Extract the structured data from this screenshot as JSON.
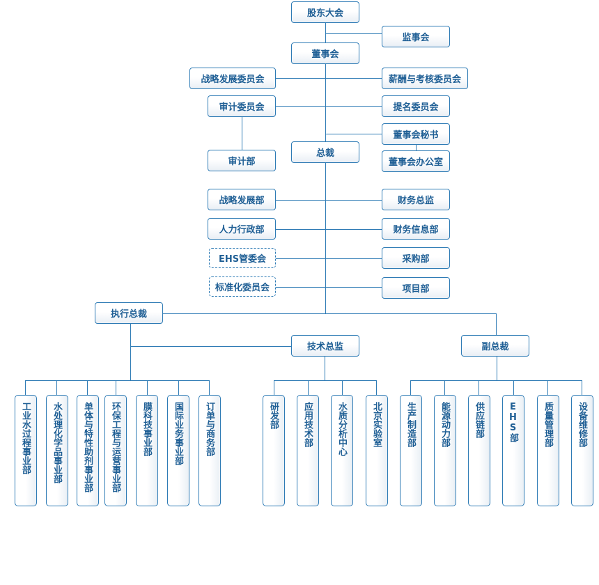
{
  "top": {
    "shareholders": "股东大会",
    "supervisory_board": "监事会",
    "board": "董事会",
    "strategy_committee": "战略发展委员会",
    "compensation_committee": "薪酬与考核委员会",
    "audit_committee": "审计委员会",
    "nomination_committee": "提名委员会",
    "board_secretary": "董事会秘书",
    "president": "总裁",
    "audit_dept": "审计部",
    "board_office": "董事会办公室"
  },
  "functional": {
    "left": [
      "战略发展部",
      "人力行政部",
      "EHS管委会",
      "标准化委员会"
    ],
    "right": [
      "财务总监",
      "财务信息部",
      "采购部",
      "项目部"
    ]
  },
  "executives": {
    "executive_president": "执行总裁",
    "technical_director": "技术总监",
    "vice_president": "副总裁"
  },
  "departments": {
    "executive": [
      "工业水过程事业部",
      "水处理化学品事业部",
      "单体与特性助剂事业部",
      "环保工程与运营事业部",
      "膜科技事业部",
      "国际业务事业部",
      "订单与商务部"
    ],
    "technical": [
      "研发部",
      "应用技术部",
      "水质分析中心",
      "北京实验室"
    ],
    "vice": [
      "生产制造部",
      "能源动力部",
      "供应链部",
      "EHS部",
      "质量管理部",
      "设备维修部"
    ]
  }
}
